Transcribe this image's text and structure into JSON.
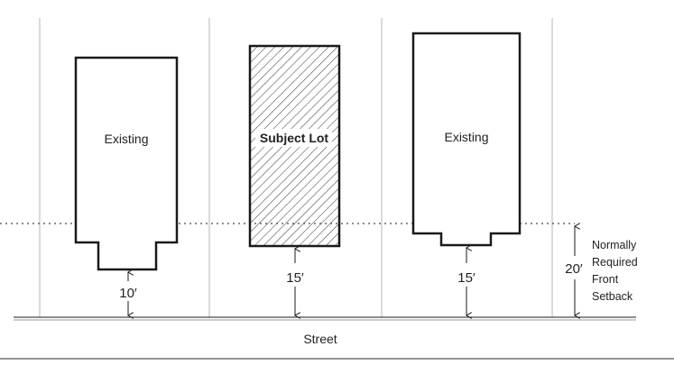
{
  "diagram": {
    "buildings": {
      "left": {
        "label": "Existing",
        "setback": "10′"
      },
      "center": {
        "label": "Subject Lot",
        "setback": "15′"
      },
      "right": {
        "label": "Existing",
        "setback": "15′"
      }
    },
    "required_setback": {
      "value": "20′",
      "lines": [
        "Normally",
        "Required",
        "Front",
        "Setback"
      ]
    },
    "street_label": "Street"
  },
  "colors": {
    "stroke": "#1a1a1a",
    "lot_line": "#b5b5b5",
    "hatch": "#333333",
    "text": "#222222"
  }
}
